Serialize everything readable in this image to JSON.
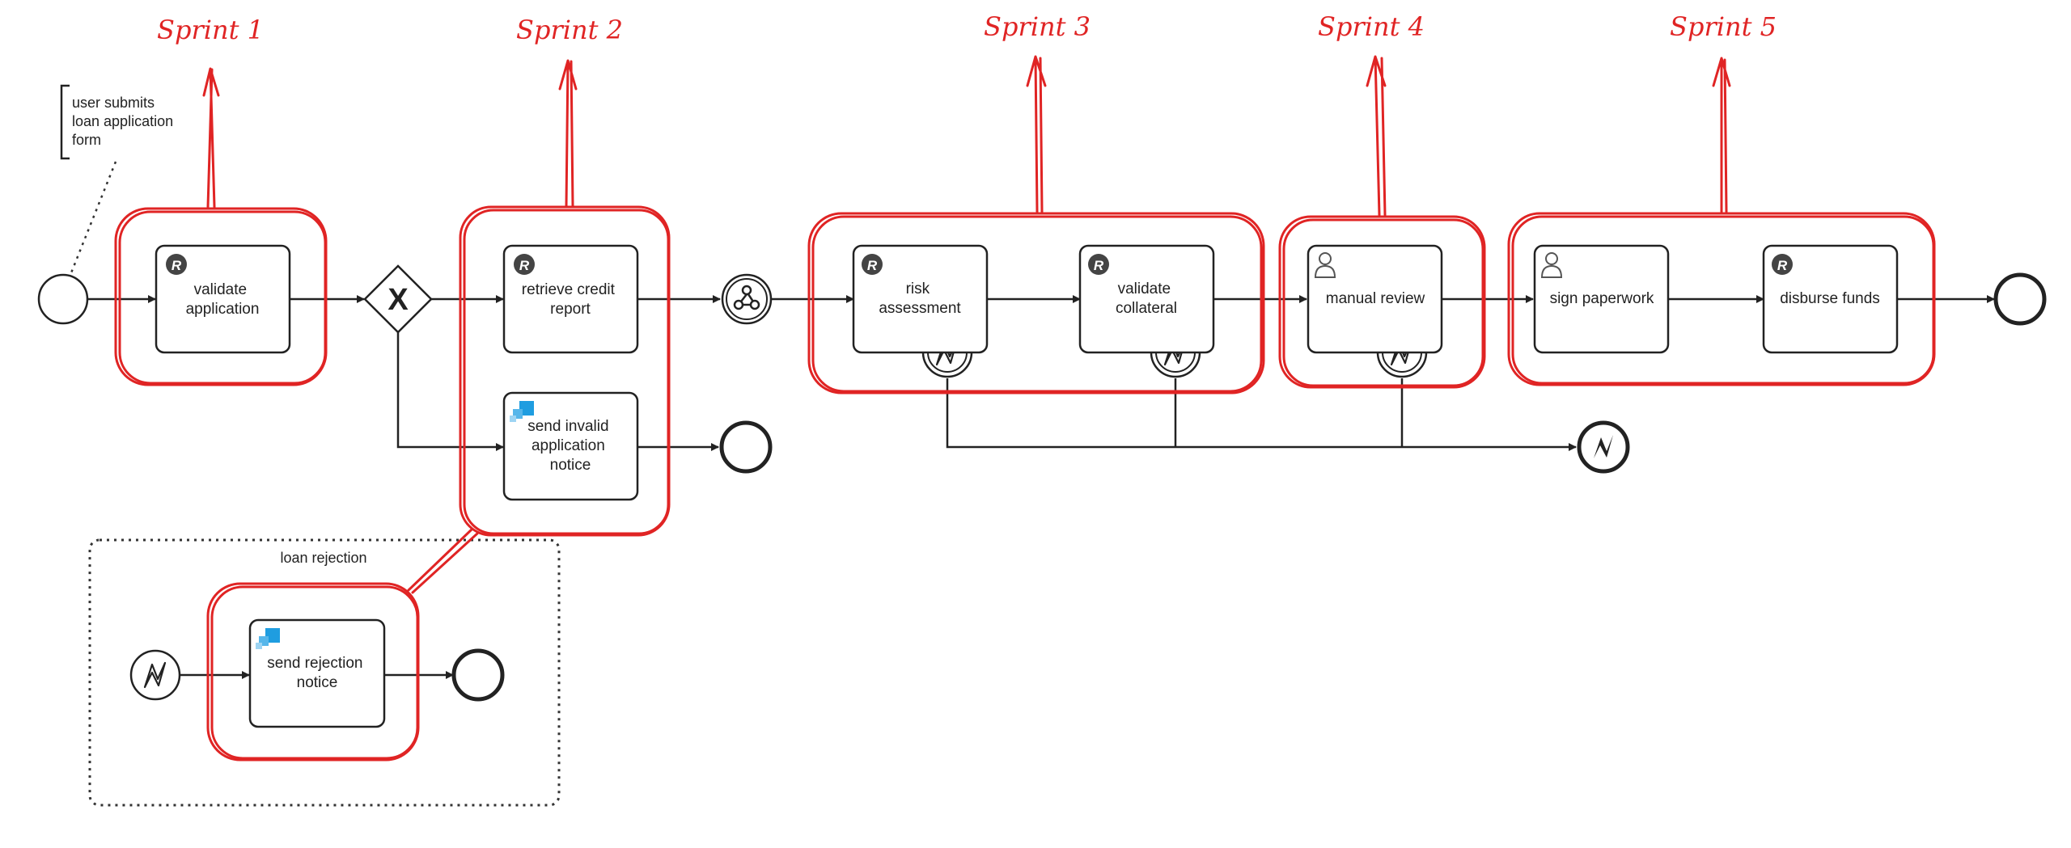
{
  "annotation": {
    "lines": [
      "user submits",
      "loan application",
      "form"
    ]
  },
  "sprints": [
    {
      "id": "sprint-1",
      "label": "Sprint 1"
    },
    {
      "id": "sprint-2",
      "label": "Sprint 2"
    },
    {
      "id": "sprint-3",
      "label": "Sprint 3"
    },
    {
      "id": "sprint-4",
      "label": "Sprint 4"
    },
    {
      "id": "sprint-5",
      "label": "Sprint 5"
    }
  ],
  "tasks": {
    "validate_application": {
      "lines": [
        "validate",
        "application"
      ],
      "icon": "rule-icon"
    },
    "retrieve_credit_report": {
      "lines": [
        "retrieve credit",
        "report"
      ],
      "icon": "rule-icon"
    },
    "send_invalid_notice": {
      "lines": [
        "send invalid",
        "application",
        "notice"
      ],
      "icon": "send-icon"
    },
    "risk_assessment": {
      "lines": [
        "risk",
        "assessment"
      ],
      "icon": "rule-icon"
    },
    "validate_collateral": {
      "lines": [
        "validate",
        "collateral"
      ],
      "icon": "rule-icon"
    },
    "manual_review": {
      "lines": [
        "manual review"
      ],
      "icon": "user-icon"
    },
    "sign_paperwork": {
      "lines": [
        "sign paperwork"
      ],
      "icon": "user-icon"
    },
    "disburse_funds": {
      "lines": [
        "disburse funds"
      ],
      "icon": "rule-icon"
    },
    "send_rejection_notice": {
      "lines": [
        "send rejection",
        "notice"
      ],
      "icon": "send-icon"
    }
  },
  "subprocess": {
    "label": "loan rejection"
  },
  "icons": {
    "rule_badge": "R",
    "gateway": "X"
  },
  "colors": {
    "highlight": "#e02424",
    "stroke": "#222222",
    "send_icon": "#1f9de0"
  }
}
